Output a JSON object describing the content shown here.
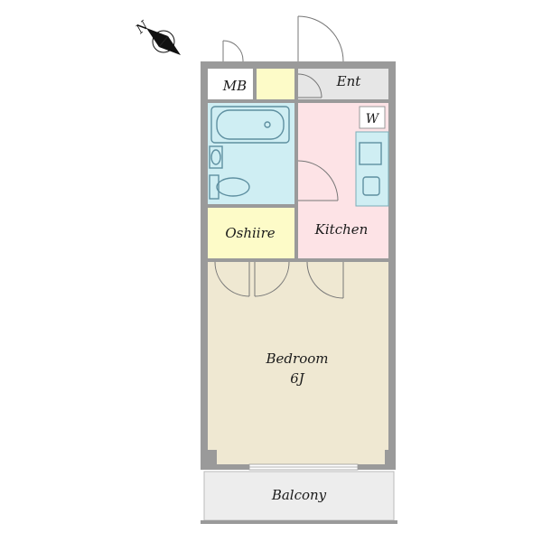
{
  "compass": {
    "label": "N",
    "icon": "north-arrow-icon"
  },
  "rooms": {
    "mb": {
      "label": "MB",
      "color": "#ffffff"
    },
    "storage": {
      "label": "",
      "color": "#fdfbc8"
    },
    "entrance": {
      "label": "Ent",
      "color": "#e6e6e6"
    },
    "bathroom": {
      "label": "",
      "color": "#cfeef3"
    },
    "kitchen": {
      "label": "Kitchen",
      "color": "#fde3e6"
    },
    "washer": {
      "label": "W",
      "color": "#ffffff"
    },
    "oshiire": {
      "label": "Oshiire",
      "color": "#fdfbc8"
    },
    "bedroom": {
      "label": "Bedroom",
      "size": "6J",
      "color": "#efe8d2"
    },
    "balcony": {
      "label": "Balcony",
      "color": "#ededed"
    }
  },
  "colors": {
    "wall": "#9a9a9a",
    "fixture": "#5e8fa0",
    "counter": "#cfeef3"
  }
}
